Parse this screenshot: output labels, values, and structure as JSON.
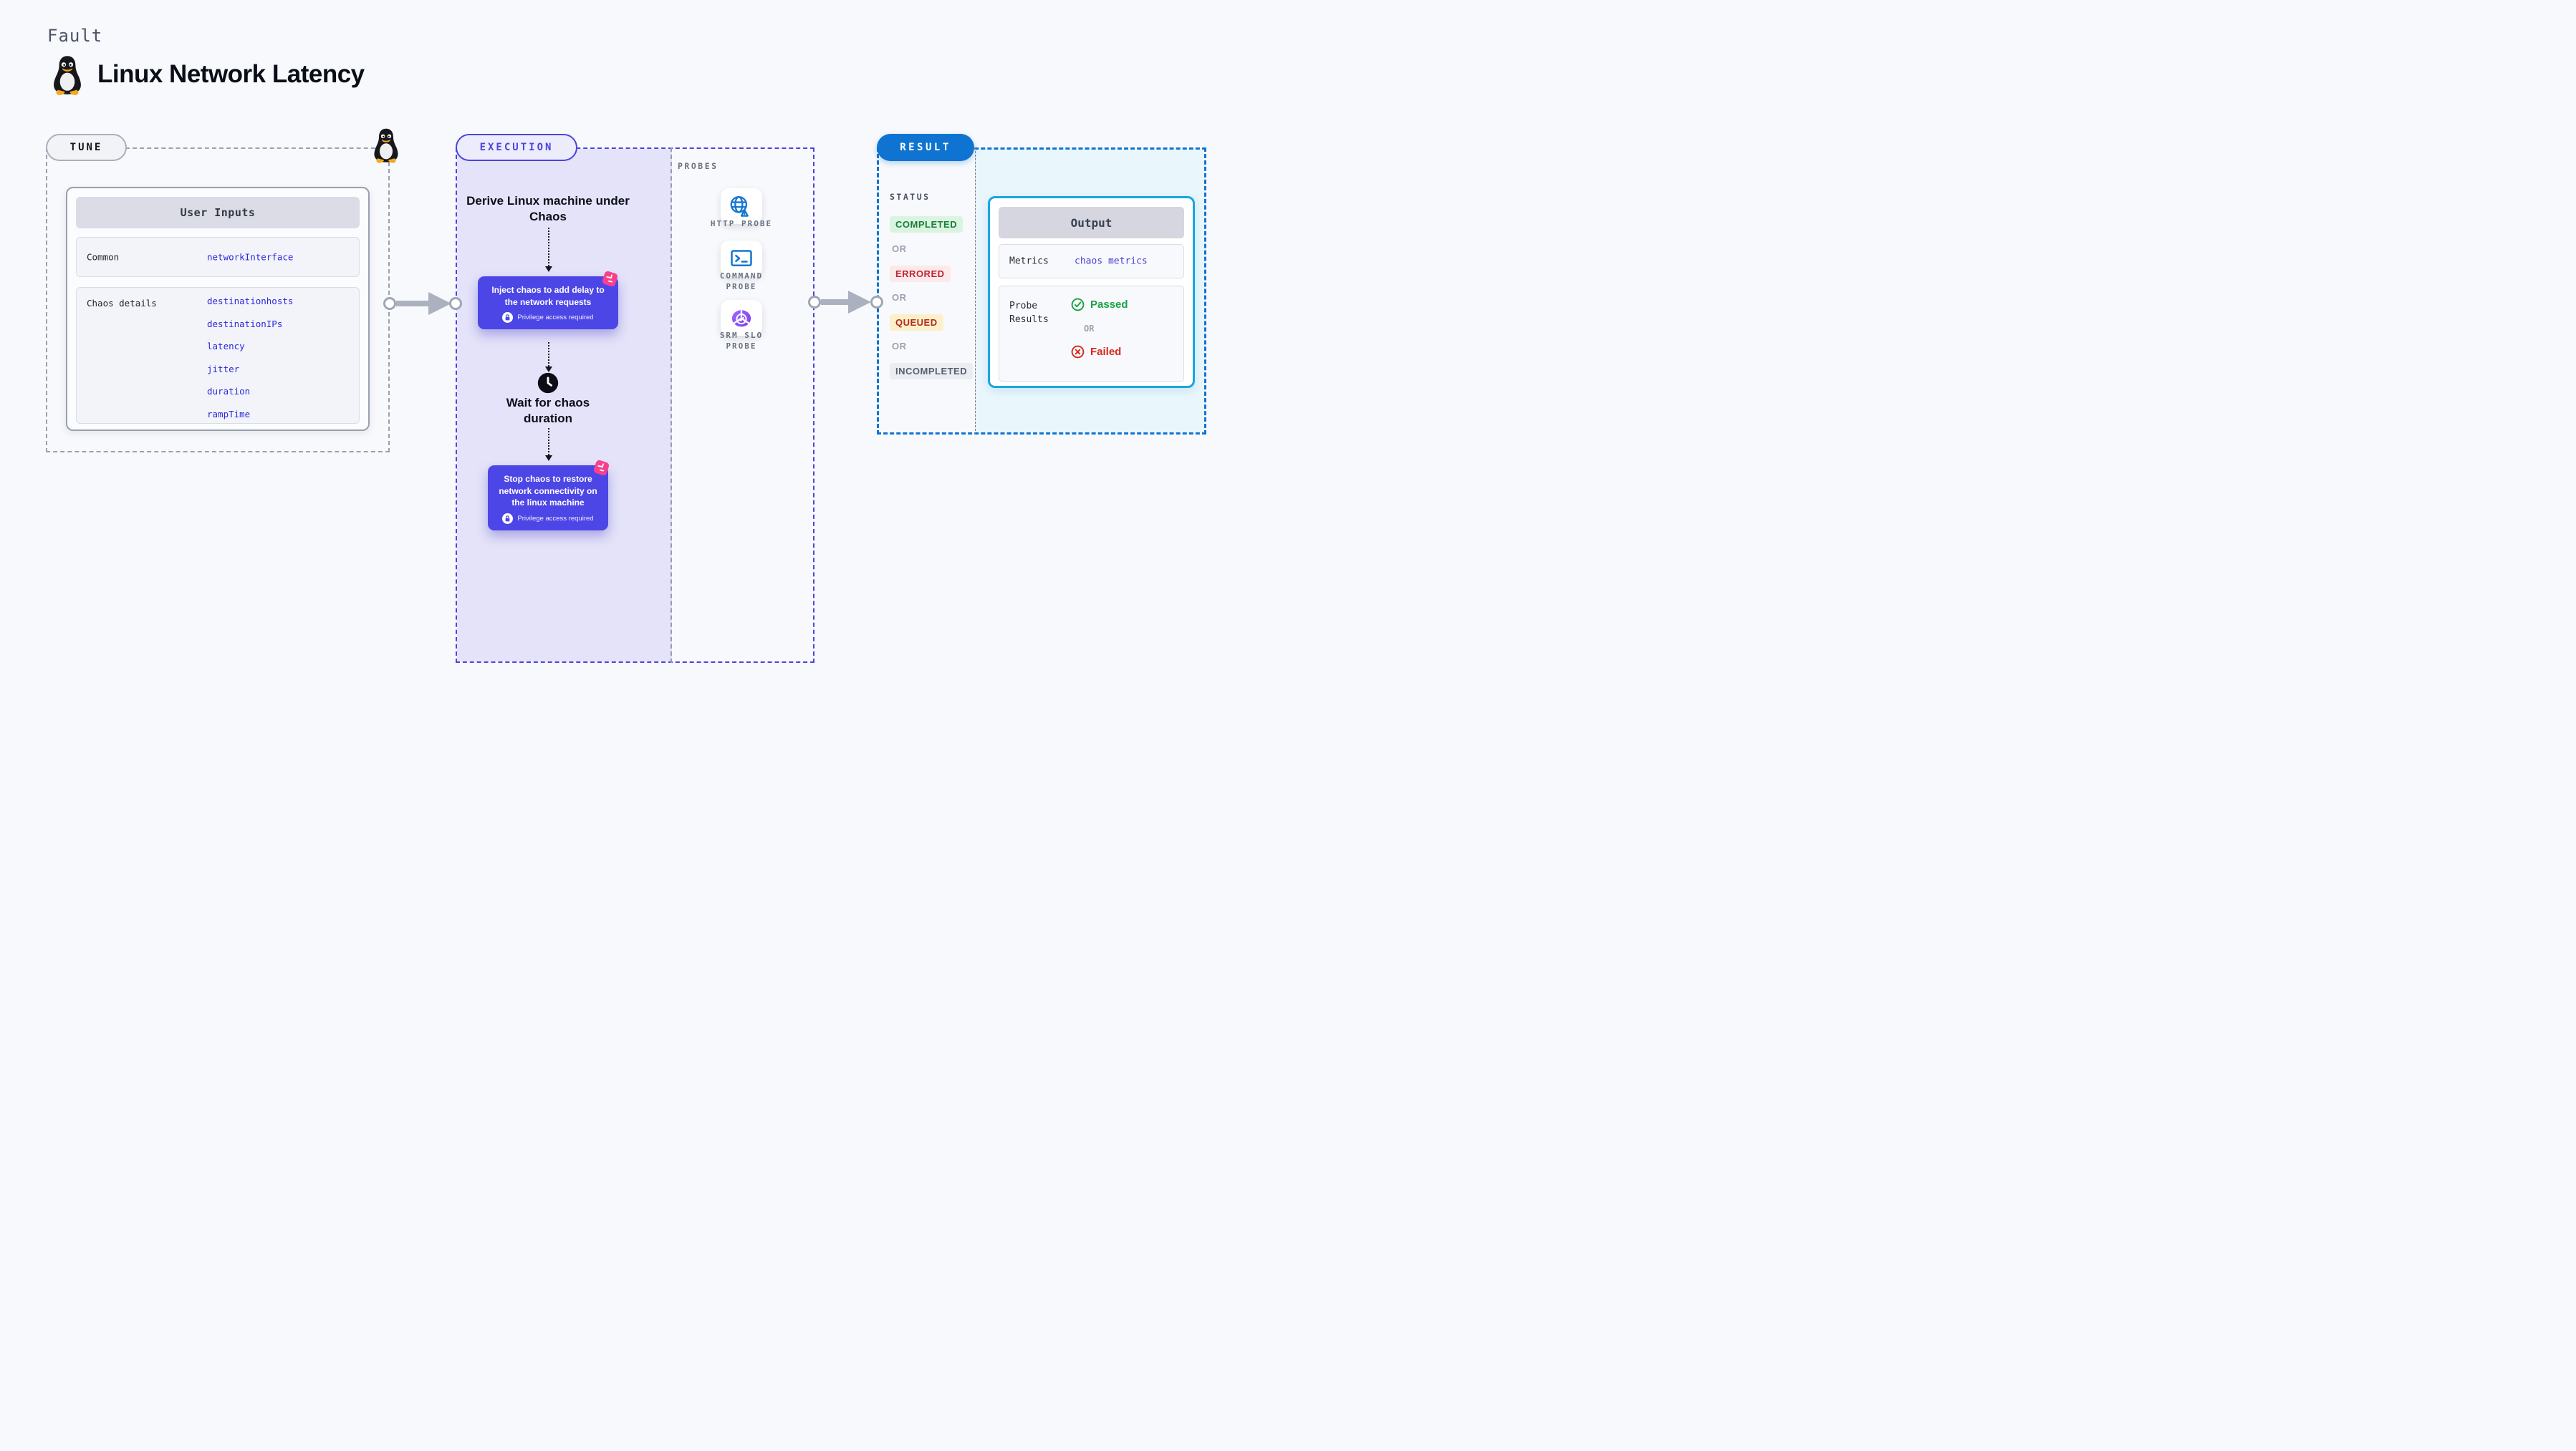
{
  "header": {
    "kicker": "Fault",
    "title": "Linux Network Latency"
  },
  "tune": {
    "badge": "TUNE",
    "card_title": "User Inputs",
    "rows": [
      {
        "label": "Common",
        "values": [
          "networkInterface"
        ]
      },
      {
        "label": "Chaos details",
        "values": [
          "destinationhosts",
          "destinationIPs",
          "latency",
          "jitter",
          "duration",
          "rampTime"
        ]
      }
    ]
  },
  "execution": {
    "badge": "EXECUTION",
    "steps": {
      "derive": "Derive Linux machine under Chaos",
      "inject": "Inject chaos to add delay to the network requests",
      "wait": "Wait for chaos duration",
      "stop": "Stop chaos to restore network connectivity on the linux machine"
    },
    "privilege_note": "Privilege access required"
  },
  "probes": {
    "label": "PROBES",
    "items": [
      {
        "name": "HTTP PROBE",
        "icon": "globe-warning-icon"
      },
      {
        "name": "COMMAND PROBE",
        "icon": "terminal-icon"
      },
      {
        "name": "SRM SLO PROBE",
        "icon": "slo-pie-icon"
      }
    ]
  },
  "result": {
    "badge": "RESULT",
    "status_label": "STATUS",
    "or_label": "OR",
    "statuses": [
      {
        "label": "COMPLETED",
        "fg": "#187f39",
        "bg": "#dbf4e0"
      },
      {
        "label": "ERRORED",
        "fg": "#c2252f",
        "bg": "#fbe9ec"
      },
      {
        "label": "QUEUED",
        "fg": "#b12a20",
        "bg": "#fcf0ca"
      },
      {
        "label": "INCOMPLETED",
        "fg": "#59606f",
        "bg": "#ecedf3"
      }
    ],
    "output": {
      "title": "Output",
      "metrics_label": "Metrics",
      "metrics_value": "chaos metrics",
      "probe_results_label": "Probe Results",
      "passed": "Passed",
      "or_label": "OR",
      "failed": "Failed"
    }
  },
  "colors": {
    "page_bg": "#f8f9fc",
    "tune_dash": "#99a1af",
    "execution_indigo": "#4b44de",
    "node_indigo": "#4d46e6",
    "lavender_bg": "#e4e3f9",
    "result_blue": "#0f74d1",
    "output_cyan_border": "#19a6df",
    "cyan_bg": "#e9f6fc",
    "value_blue": "#2b28dc",
    "probe_icon_blue": "#1478d1",
    "chaos_pink": "#f8408b",
    "passed_green": "#17a345",
    "failed_red": "#d8281e"
  }
}
